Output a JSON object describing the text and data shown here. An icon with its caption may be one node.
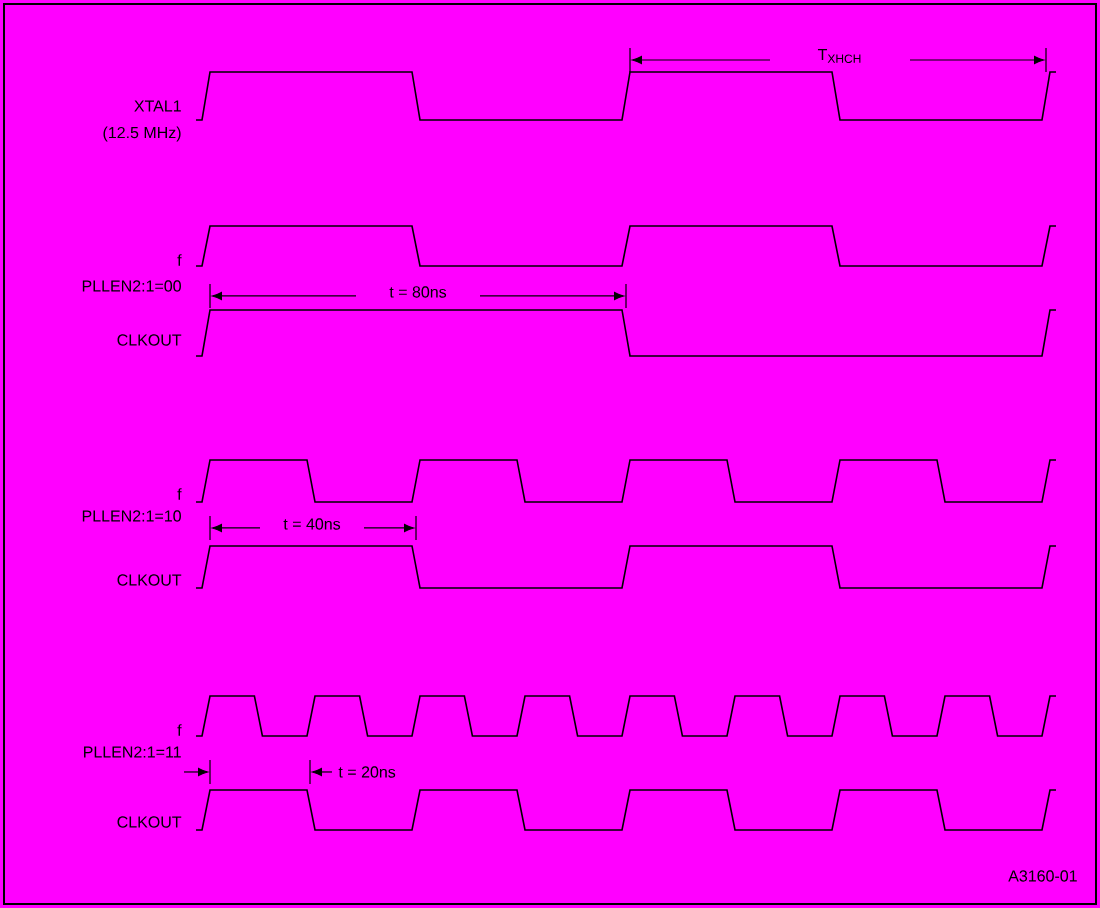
{
  "diagram": {
    "labels": [
      "T$_{XHCH}$",
      "XTAL1",
      "(12.5 MHz)",
      "f",
      "PLLEN2:1=00",
      "t = 80ns",
      "CLKOUT",
      "f",
      "PLLEN2:1=10",
      "t = 40ns",
      "CLKOUT",
      "f",
      "PLLEN2:1=11",
      "t = 20ns",
      "CLKOUT",
      "A3160-01"
    ]
  }
}
